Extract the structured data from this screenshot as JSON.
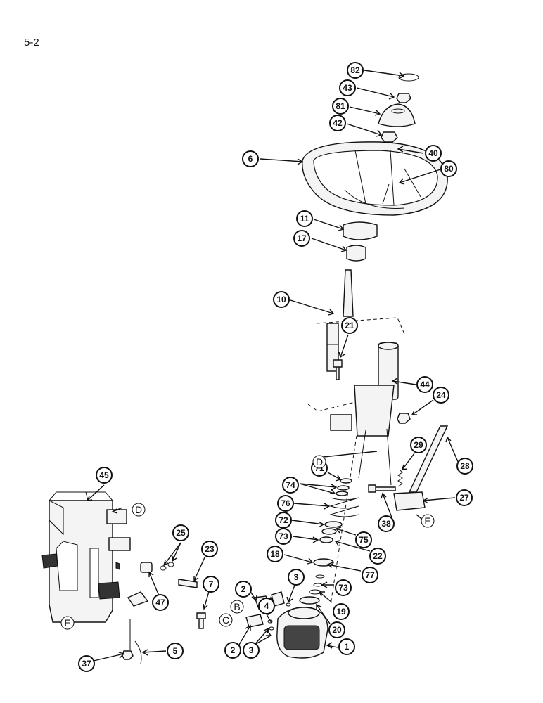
{
  "page": {
    "label": "5-2"
  },
  "callouts": [
    {
      "id": "82",
      "label": "82"
    },
    {
      "id": "43",
      "label": "43"
    },
    {
      "id": "81",
      "label": "81"
    },
    {
      "id": "42",
      "label": "42"
    },
    {
      "id": "40",
      "label": "40"
    },
    {
      "id": "6",
      "label": "6"
    },
    {
      "id": "80",
      "label": "80"
    },
    {
      "id": "11",
      "label": "11"
    },
    {
      "id": "17",
      "label": "17"
    },
    {
      "id": "10",
      "label": "10"
    },
    {
      "id": "21",
      "label": "21"
    },
    {
      "id": "44",
      "label": "44"
    },
    {
      "id": "24",
      "label": "24"
    },
    {
      "id": "28",
      "label": "28"
    },
    {
      "id": "29",
      "label": "29"
    },
    {
      "id": "27",
      "label": "27"
    },
    {
      "id": "71",
      "label": "71"
    },
    {
      "id": "74",
      "label": "74"
    },
    {
      "id": "76",
      "label": "76"
    },
    {
      "id": "38",
      "label": "38"
    },
    {
      "id": "72",
      "label": "72"
    },
    {
      "id": "75",
      "label": "75"
    },
    {
      "id": "73a",
      "label": "73"
    },
    {
      "id": "22",
      "label": "22"
    },
    {
      "id": "18",
      "label": "18"
    },
    {
      "id": "77",
      "label": "77"
    },
    {
      "id": "73b",
      "label": "73"
    },
    {
      "id": "19",
      "label": "19"
    },
    {
      "id": "20",
      "label": "20"
    },
    {
      "id": "1",
      "label": "1"
    },
    {
      "id": "3a",
      "label": "3"
    },
    {
      "id": "4",
      "label": "4"
    },
    {
      "id": "2a",
      "label": "2"
    },
    {
      "id": "2b",
      "label": "2"
    },
    {
      "id": "3b",
      "label": "3"
    },
    {
      "id": "45",
      "label": "45"
    },
    {
      "id": "25",
      "label": "25"
    },
    {
      "id": "23",
      "label": "23"
    },
    {
      "id": "7",
      "label": "7"
    },
    {
      "id": "47",
      "label": "47"
    },
    {
      "id": "5",
      "label": "5"
    },
    {
      "id": "37",
      "label": "37"
    }
  ],
  "letters": [
    {
      "id": "D1",
      "label": "D"
    },
    {
      "id": "D2",
      "label": "D"
    },
    {
      "id": "E1",
      "label": "E"
    },
    {
      "id": "E2",
      "label": "E"
    },
    {
      "id": "B",
      "label": "B"
    },
    {
      "id": "C",
      "label": "C"
    }
  ]
}
